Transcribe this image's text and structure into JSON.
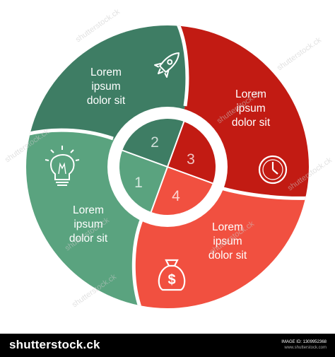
{
  "segments": [
    {
      "number": "1",
      "text_lines": [
        "Lorem",
        "ipsum",
        "dolor sit"
      ],
      "color": "#5aa37f",
      "icon": "lightbulb-icon"
    },
    {
      "number": "2",
      "text_lines": [
        "Lorem",
        "ipsum",
        "dolor sit"
      ],
      "color": "#3e7d64",
      "icon": "rocket-icon"
    },
    {
      "number": "3",
      "text_lines": [
        "Lorem",
        "ipsum",
        "dolor sit"
      ],
      "color": "#c21b13",
      "icon": "clock-icon"
    },
    {
      "number": "4",
      "text_lines": [
        "Lorem",
        "ipsum",
        "dolor sit"
      ],
      "color": "#f15040",
      "icon": "money-bag-icon"
    }
  ],
  "watermark": {
    "text": "shutterstock.ck"
  },
  "icons": {
    "money_sign": "$"
  },
  "footer": {
    "logo": "shutterstock.ck",
    "image_id": "IMAGE ID: 1309952368",
    "site": "www.shutterstock.com"
  }
}
